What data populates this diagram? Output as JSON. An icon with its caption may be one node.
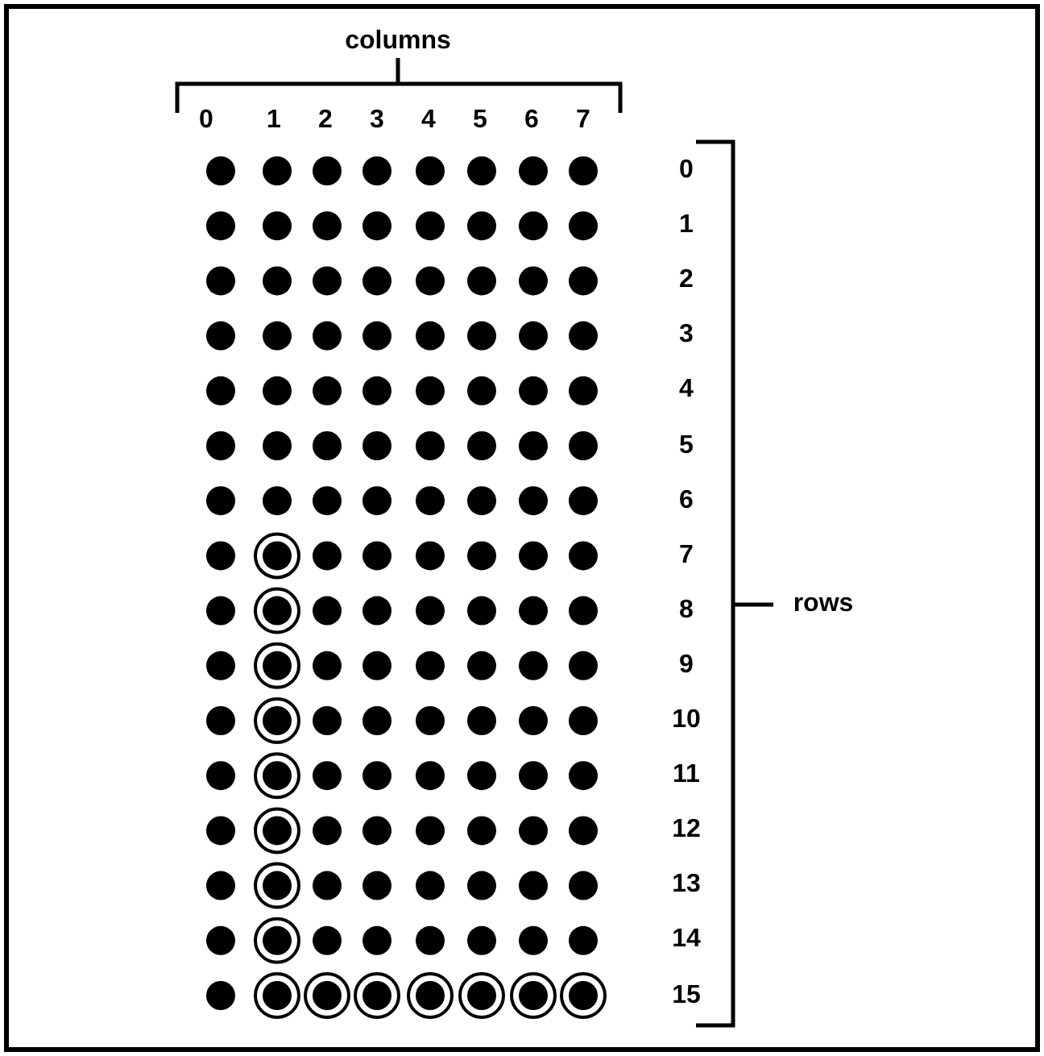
{
  "diagram": {
    "labels": [
      "columns",
      "0",
      "1",
      "2",
      "3",
      "4",
      "5",
      "6",
      "7",
      "0",
      "1",
      "2",
      "3",
      "4",
      "5",
      "6",
      "7",
      "8",
      "rows",
      "9",
      "10",
      "11",
      "12",
      "13",
      "14",
      "15"
    ]
  }
}
